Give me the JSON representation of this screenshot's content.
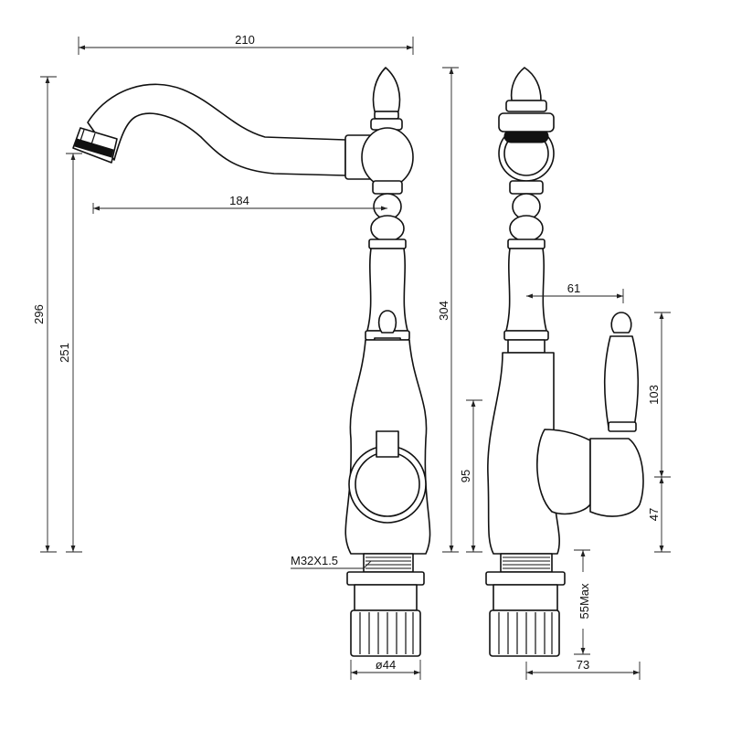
{
  "drawing": {
    "dimensions": {
      "total_reach": "210",
      "spout_reach": "184",
      "height_296": "296",
      "height_251": "251",
      "height_304": "304",
      "lever_offset": "61",
      "handle_height": "103",
      "body_height": "95",
      "handle_bottom": "47",
      "thread": "M32X1.5",
      "max_thickness": "55Max",
      "shank_dia": "ø44",
      "base_width": "73"
    }
  }
}
